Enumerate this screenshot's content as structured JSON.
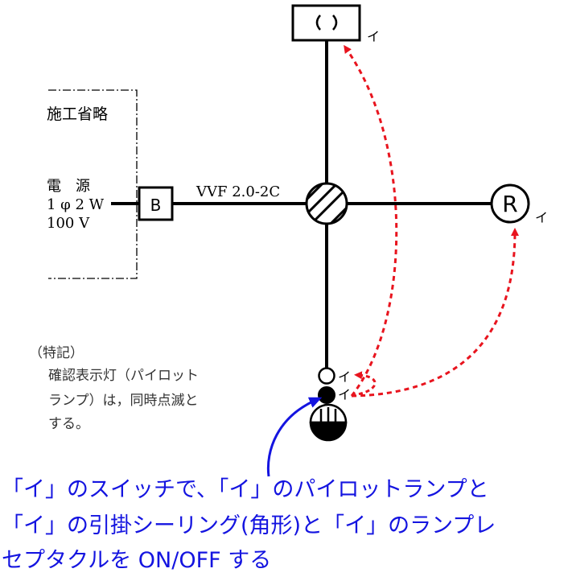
{
  "labels": {
    "omitted": "施工省略",
    "power_line1": "電　源",
    "power_line2": "1 φ 2 W",
    "power_line3": "100 V",
    "breaker": "B",
    "cable": "VVF 2.0-2C",
    "receptacle": "R",
    "tag_ceiling": "イ",
    "tag_receptacle": "イ",
    "tag_pilot": "イ",
    "tag_switch": "イ",
    "note_title": "（特記）",
    "note_line1": "確認表示灯（パイロット",
    "note_line2": "ランプ）は，同時点滅と",
    "note_line3": "する。"
  },
  "caption": {
    "line1": "「イ」のスイッチで、「イ」のパイロットランプと",
    "line2": "「イ」の引掛シーリング(角形)と「イ」のランプレ",
    "line3": "セプタクルを ON/OFF する"
  },
  "colors": {
    "line": "#000000",
    "arrow_red": "#e8141e",
    "arrow_blue": "#1414e0",
    "caption": "#1414e0"
  }
}
